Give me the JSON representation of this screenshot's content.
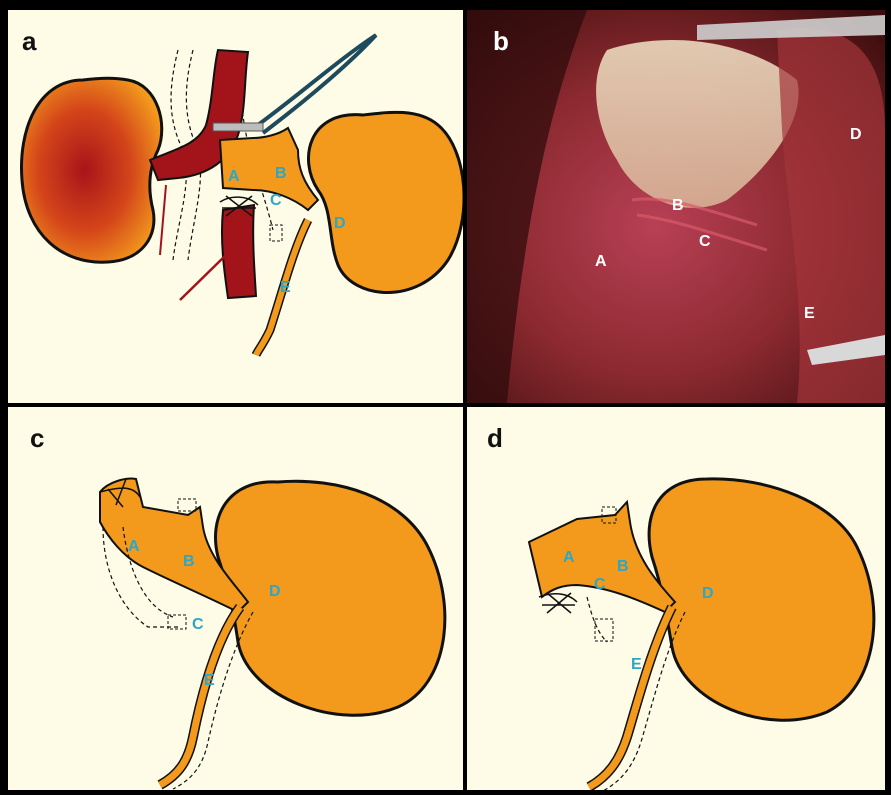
{
  "panels": {
    "a": {
      "label": "a",
      "markers": {
        "A": "A",
        "B": "B",
        "C": "C",
        "D": "D",
        "E": "E"
      }
    },
    "b": {
      "label": "b",
      "markers": {
        "A": "A",
        "B": "B",
        "C": "C",
        "D": "D",
        "E": "E"
      }
    },
    "c": {
      "label": "c",
      "markers": {
        "A": "A",
        "B": "B",
        "C": "C",
        "D": "D",
        "E": "E"
      }
    },
    "d": {
      "label": "d",
      "markers": {
        "A": "A",
        "B": "B",
        "C": "C",
        "D": "D",
        "E": "E"
      }
    }
  },
  "colors": {
    "background": "#fefbe6",
    "kidney_orange": "#f39a1d",
    "vessel_red": "#a3141a",
    "marker_blue": "#2aa7c9",
    "clamp_teal": "#1d4a5c",
    "outline": "#111111"
  }
}
